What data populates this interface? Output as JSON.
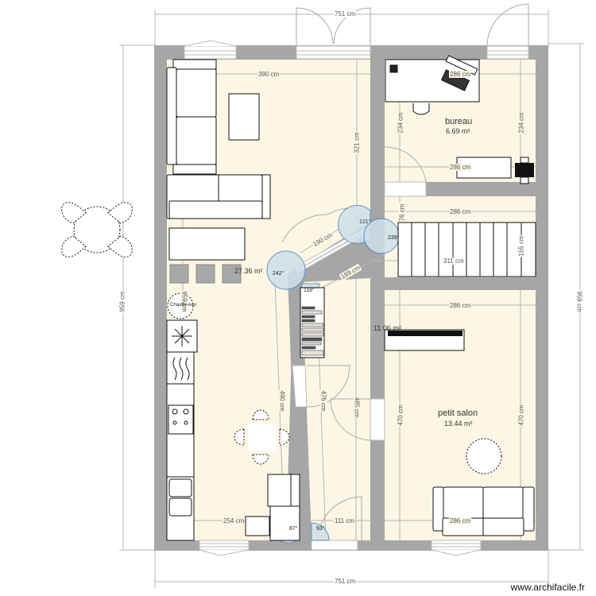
{
  "watermark": "www.archifacile.fr",
  "colors": {
    "wall": "#a6a6a6",
    "floor": "#fcf6e4",
    "dimension_line": "#b4b4b4",
    "angle_fill": "#cfe0ea",
    "angle_stroke": "#4e86c0",
    "furniture_fill": "#ffffff",
    "furniture_stroke": "#111111",
    "ottoman_fill": "#a8a8a8"
  },
  "dimensions": {
    "top_total": "751 cm",
    "bottom_total": "751 cm",
    "left_total": "959 cm",
    "right_total": "959 cm",
    "living_width": "390 cm",
    "living_height": "321 cm",
    "bureau_width_top": "286 cm",
    "bureau_width_bottom": "286 cm",
    "bureau_height_left": "234 cm",
    "bureau_height_right": "234 cm",
    "stair_width_top": "286 cm",
    "stair_length": "311 cm",
    "stair_height": "155 cm",
    "stair_small": "76 cm",
    "diag_wall_upper": "190 cm",
    "diag_wall_lower": "189 cm",
    "kitchen_height": "490 cm",
    "corridor_height_left": "476 cm",
    "corridor_height_right": "485 cm",
    "kitchen_width_bottom": "254 cm",
    "corridor_width_bottom": "111 cm",
    "salon_width_top": "286 cm",
    "salon_width_bottom": "286 cm",
    "salon_height_left": "470 cm",
    "salon_height_right": "470 cm",
    "kitchen_left_height": "959 cm"
  },
  "angles": {
    "a121": "121°",
    "a239": "239°",
    "a242": "242°",
    "a118": "118°",
    "a87": "87°",
    "a93": "93°"
  },
  "rooms": {
    "bureau": {
      "name": "bureau",
      "area": "6.69 m²"
    },
    "living": {
      "name": "",
      "area": "27.36 m²"
    },
    "corridor": {
      "name": "",
      "area": "11.06 m²"
    },
    "petit_salon": {
      "name": "petit salon",
      "area": "13.44 m²"
    }
  },
  "fixtures": {
    "water_heater_label": "Chauffe-eau"
  }
}
